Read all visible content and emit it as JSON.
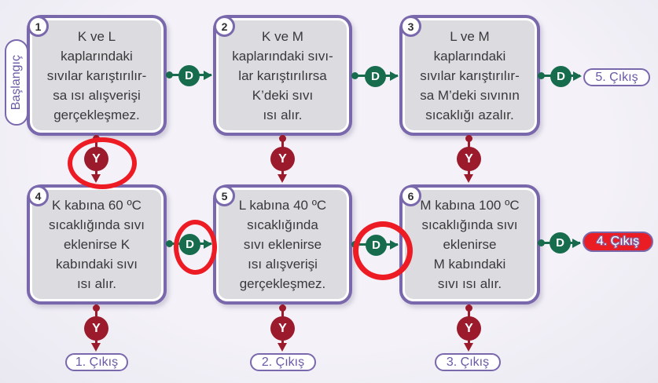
{
  "labels": {
    "d": "D",
    "y": "Y",
    "start": "Başlangıç"
  },
  "boxes": [
    {
      "num": "1",
      "text": "K ve L\nkaplarındaki\nsıvılar karıştırılır-\nsa ısı alışverişi\ngerçekleşmez."
    },
    {
      "num": "2",
      "text": "K ve M\nkaplarındaki sıvı-\nlar karıştırılırsa\nK’deki sıvı\nısı alır."
    },
    {
      "num": "3",
      "text": "L ve M\nkaplarındaki\nsıvılar karıştırılır-\nsa M’deki sıvının\nsıcaklığı azalır."
    },
    {
      "num": "4",
      "text": "K kabına 60 ºC\nsıcaklığında sıvı\neklenirse K\nkabındaki sıvı\nısı alır."
    },
    {
      "num": "5",
      "text": "L kabına 40 ºC\nsıcaklığında\nsıvı eklenirse\nısı alışverişi\ngerçekleşmez."
    },
    {
      "num": "6",
      "text": "M kabına 100 ºC\nsıcaklığında sıvı\neklenirse\nM kabındaki\nsıvı ısı alır."
    }
  ],
  "exits": [
    {
      "label": "1. Çıkış",
      "highlighted": false
    },
    {
      "label": "2. Çıkış",
      "highlighted": false
    },
    {
      "label": "3. Çıkış",
      "highlighted": false
    },
    {
      "label": "4. Çıkış",
      "highlighted": true
    },
    {
      "label": "5. Çıkış",
      "highlighted": false
    }
  ],
  "annotations": {
    "style": "red-pen-circle",
    "marked": [
      "y-badge-1",
      "d-badge-4",
      "d-badge-5",
      "exit-4"
    ]
  },
  "colors": {
    "purple": "#7a68ad",
    "green": "#186c4e",
    "dark_red": "#9b1b2c",
    "annotation_red": "#ed1c24",
    "box_fill": "#dcdbdf",
    "background": "#f1eff6"
  }
}
